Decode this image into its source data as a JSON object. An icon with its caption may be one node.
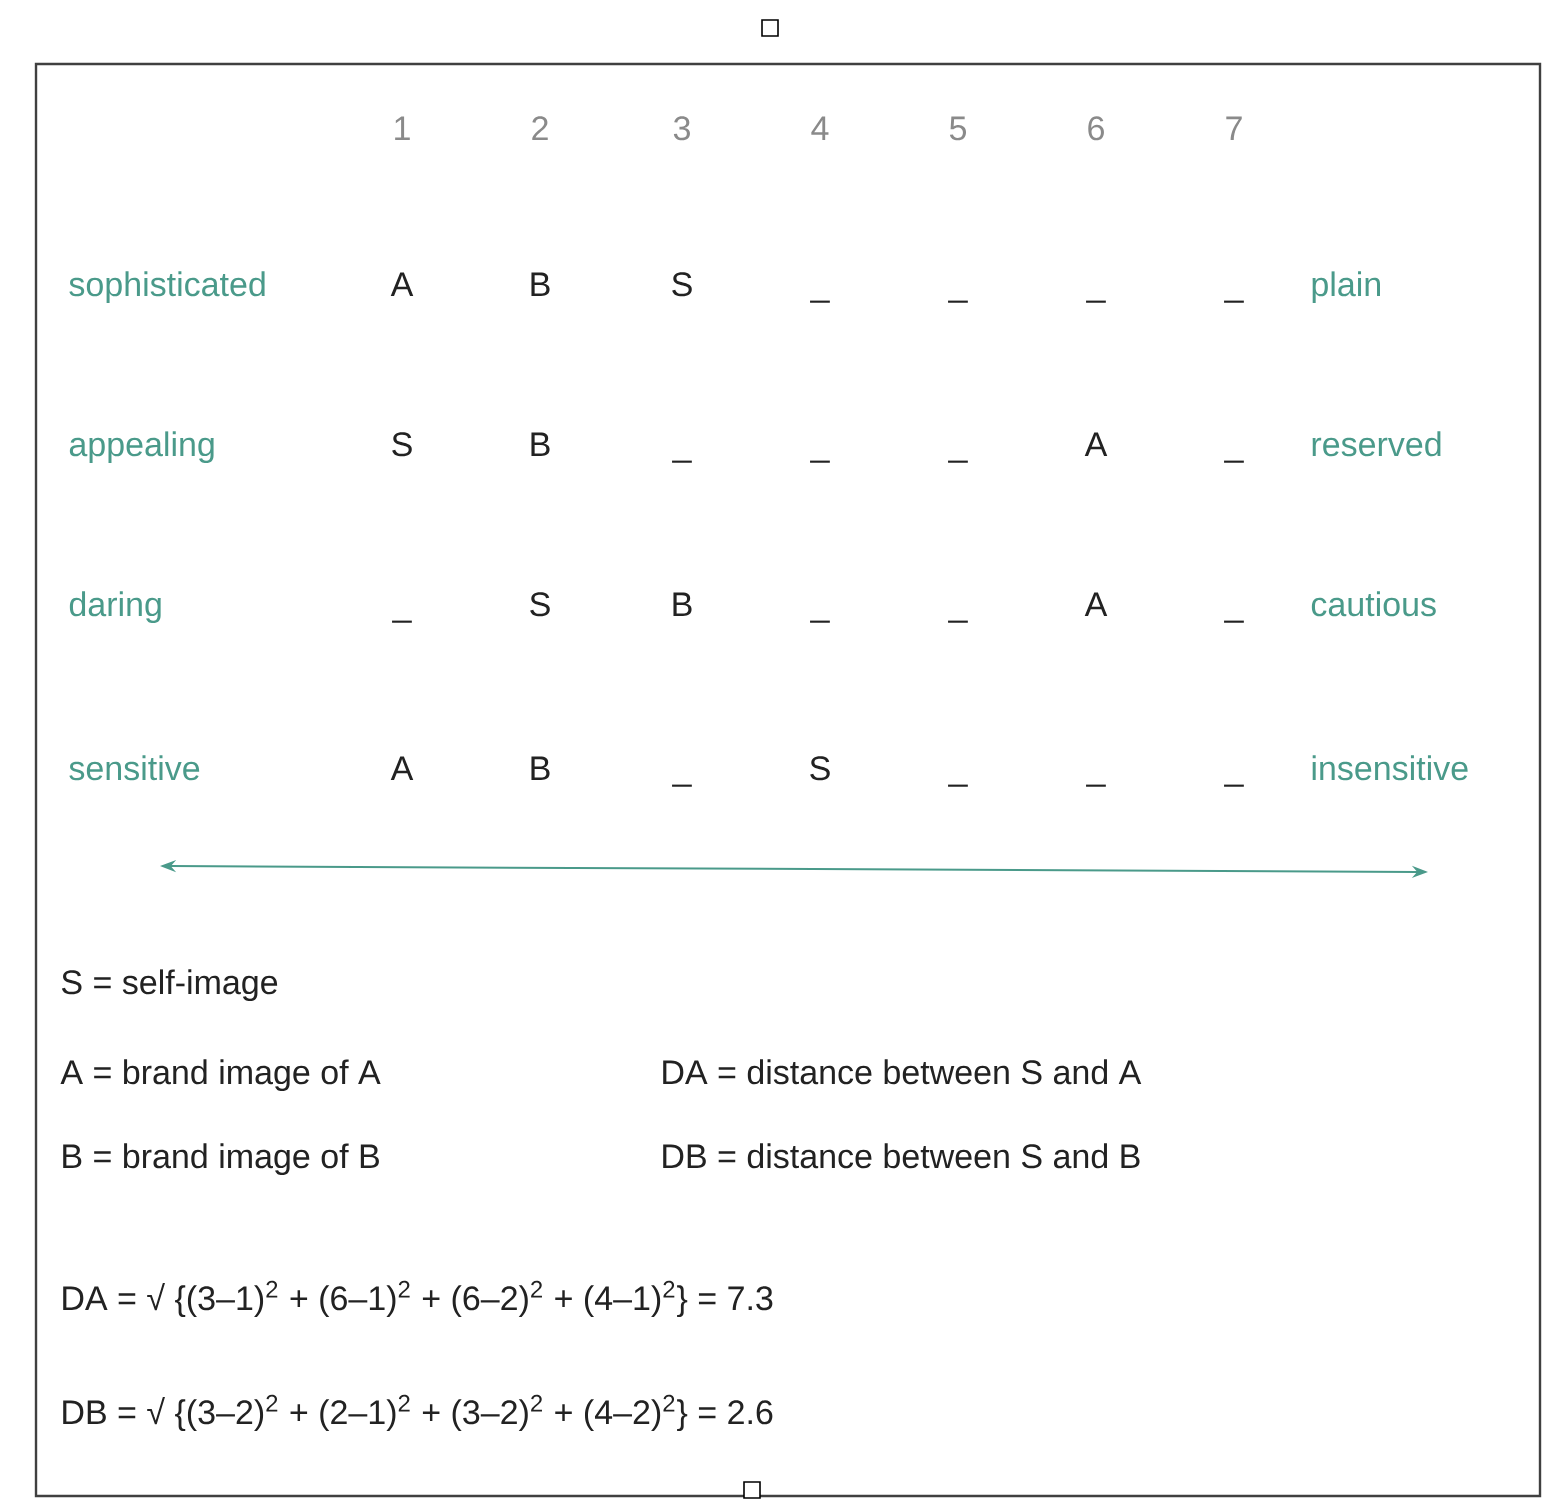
{
  "diagram": {
    "labels": [
      "1",
      "2",
      "3",
      "4",
      "5",
      "6",
      "7",
      "sophisticated",
      "A",
      "B",
      "S",
      "_",
      "_",
      "_",
      "_",
      "plain",
      "appealing",
      "S",
      "B",
      "_",
      "_",
      "_",
      "A",
      "_",
      "reserved",
      "daring",
      "_",
      "S",
      "B",
      "_",
      "_",
      "A",
      "_",
      "cautious",
      "sensitive",
      "A",
      "B",
      "_",
      "S",
      "_",
      "_",
      "_",
      "insensitive",
      "S = self-image",
      "A = brand image of A",
      "DA = distance between S and A",
      "B = brand image of B",
      "DB = distance between S and B",
      "DA = √ {(3–1)$^{2}$ + (6–1)$^{2}$ + (6–2)$^{2}$ + (4–1)$^{2}$} = 7.3",
      "DB = √ {(3–2)$^{2}$ + (2–1)$^{2}$ + (3–2)$^{2}$ + (4–2)$^{2}$} = 2.6"
    ]
  }
}
